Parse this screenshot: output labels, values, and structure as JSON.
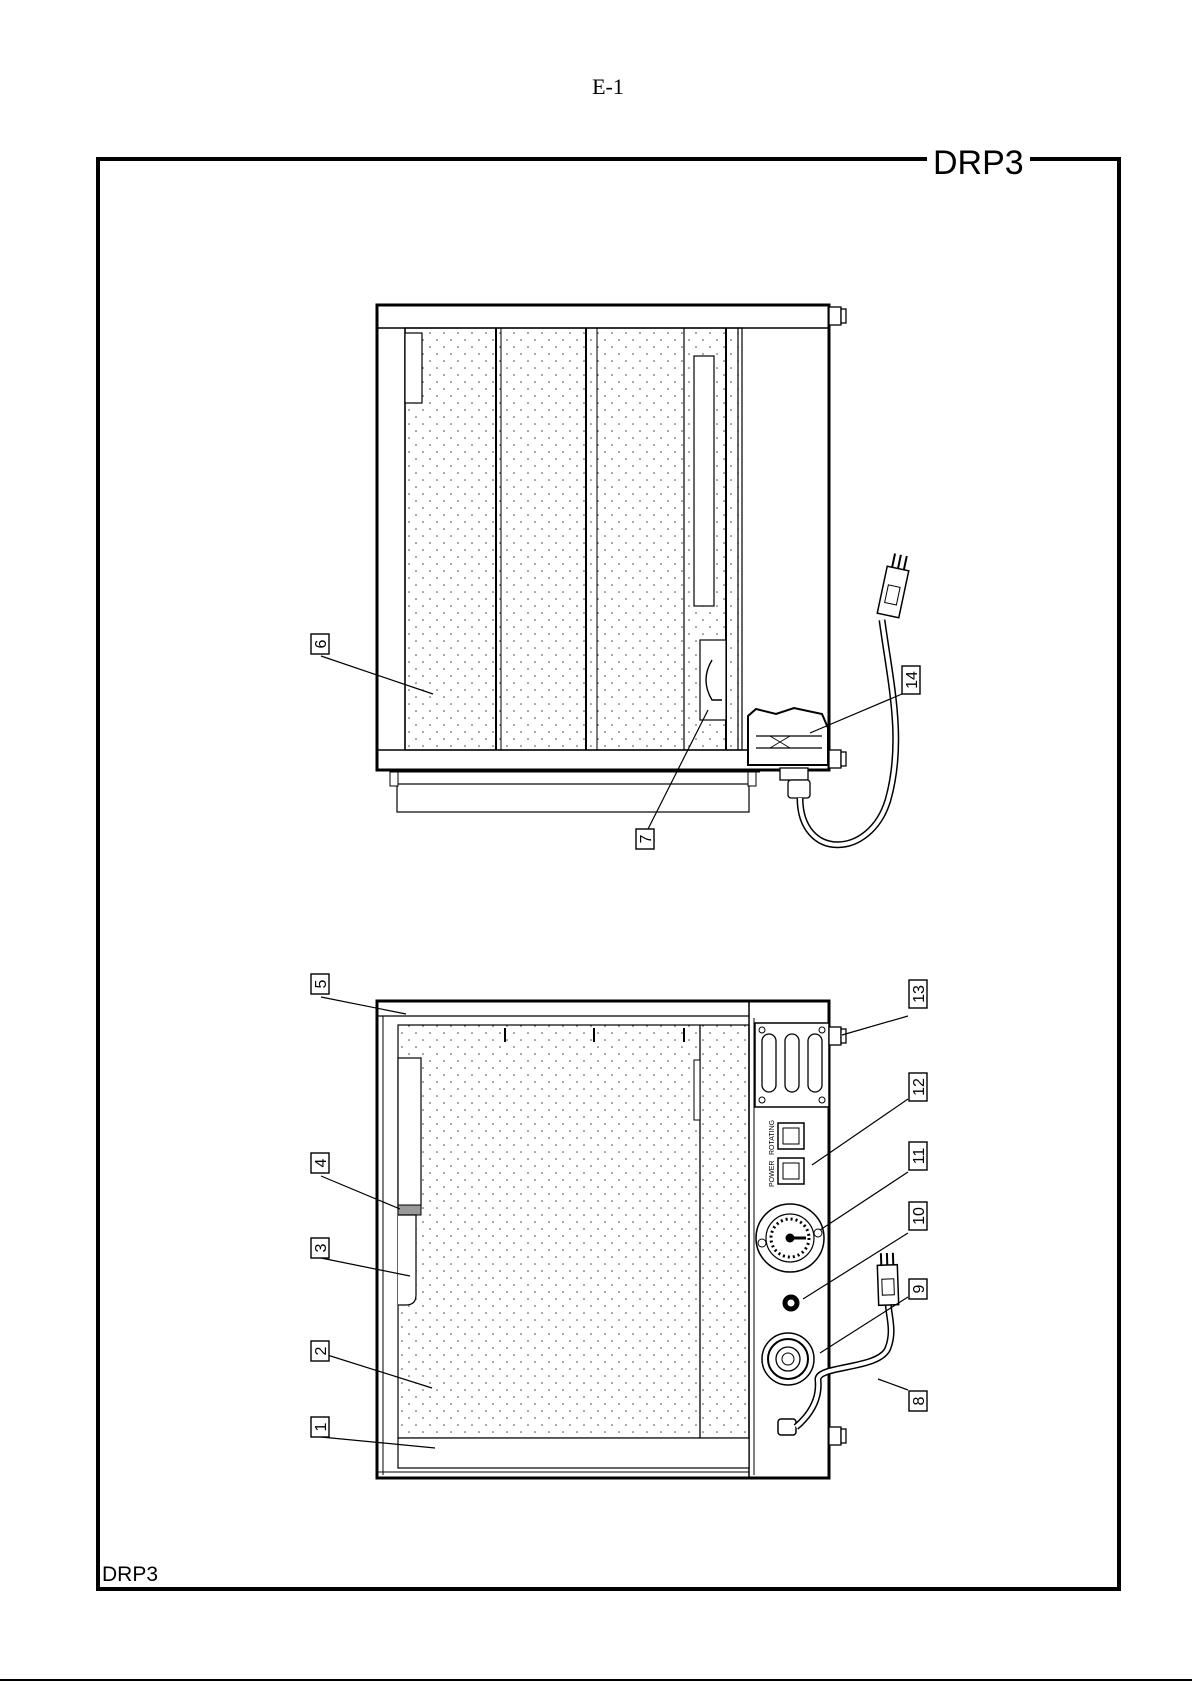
{
  "page": {
    "number": "E-1"
  },
  "model": {
    "title": "DRP3",
    "corner_label": "DRP3"
  },
  "panel_labels": {
    "power": "POWER",
    "rotating": "ROTATING"
  },
  "callouts": {
    "c1": "1",
    "c2": "2",
    "c3": "3",
    "c4": "4",
    "c5": "5",
    "c6": "6",
    "c7": "7",
    "c8": "8",
    "c9": "9",
    "c10": "10",
    "c11": "11",
    "c12": "12",
    "c13": "13",
    "c14": "14"
  }
}
